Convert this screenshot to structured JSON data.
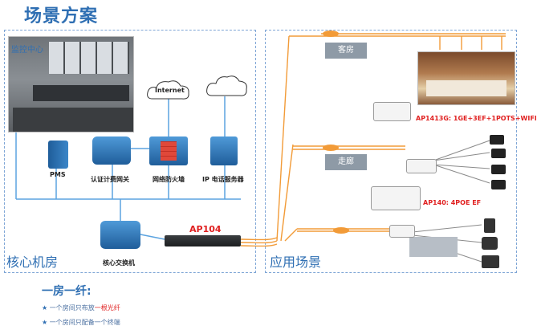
{
  "title": "场景方案",
  "zones": {
    "core": "核心机房",
    "app": "应用场景"
  },
  "monitor_label": "监控中心",
  "nodes": {
    "pms": "PMS",
    "auth": "认证计费网关",
    "firewall": "网络防火墙",
    "ipphone": "IP 电话服务器",
    "core_switch": "核心交换机",
    "internet": "Internet"
  },
  "ap104": "AP104",
  "scenes": {
    "room": "客房",
    "corridor": "走廊"
  },
  "aps": {
    "ap1413": "AP1413G: 1GE+3EF+1POTS+WIFI",
    "ap140": "AP140: 4POE EF"
  },
  "slogan": "一房一纤:",
  "bullets": [
    {
      "prefix": "一个房间只布放",
      "highlight": "一根光纤",
      "suffix": ""
    },
    {
      "prefix": "一个房间只配备一个终端",
      "highlight": "",
      "suffix": ""
    }
  ],
  "colors": {
    "accent": "#2f6fb3",
    "fiber": "#f29b38",
    "line": "#5ba3e0",
    "red": "#e02020"
  }
}
